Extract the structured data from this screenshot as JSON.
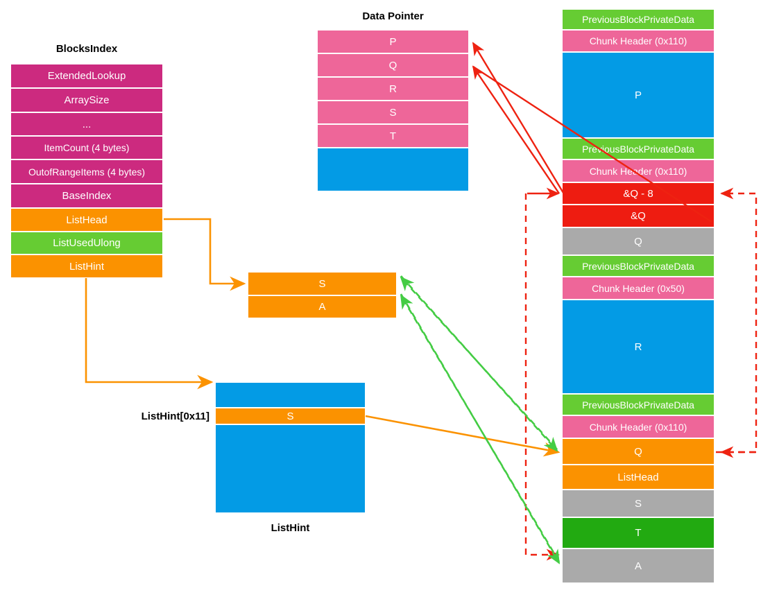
{
  "colors": {
    "magenta": "#CC2A7F",
    "orange": "#FB9200",
    "lime": "#66CC33",
    "pink": "#EE6699",
    "blue": "#039BE5",
    "red": "#EE1C11",
    "gray": "#AAAAAA",
    "green": "#22AA11",
    "white": "#FFFFFF",
    "arrow_orange": "#FB9200",
    "arrow_red": "#EE2211",
    "arrow_green": "#44CC44"
  },
  "blocks_index": {
    "title": "BlocksIndex",
    "rows": [
      {
        "label": "ExtendedLookup",
        "color": "magenta"
      },
      {
        "label": "ArraySize",
        "color": "magenta"
      },
      {
        "label": "...",
        "color": "magenta"
      },
      {
        "label": "ItemCount (4 bytes)",
        "color": "magenta"
      },
      {
        "label": "OutofRangeItems (4 bytes)",
        "color": "magenta"
      },
      {
        "label": "BaseIndex",
        "color": "magenta"
      },
      {
        "label": "ListHead",
        "color": "orange"
      },
      {
        "label": "ListUsedUlong",
        "color": "lime"
      },
      {
        "label": "ListHint",
        "color": "orange"
      }
    ]
  },
  "data_pointer": {
    "title": "Data Pointer",
    "rows": [
      {
        "label": "P",
        "color": "pink"
      },
      {
        "label": "Q",
        "color": "pink"
      },
      {
        "label": "R",
        "color": "pink"
      },
      {
        "label": "S",
        "color": "pink"
      },
      {
        "label": "T",
        "color": "pink"
      },
      {
        "label": "",
        "color": "blue"
      }
    ]
  },
  "entry_box": {
    "rows": [
      {
        "label": "S",
        "color": "orange"
      },
      {
        "label": "A",
        "color": "orange"
      }
    ]
  },
  "list_hint": {
    "title": "ListHint",
    "index_label": "ListHint[0x11]",
    "rows": [
      {
        "label": "",
        "color": "blue"
      },
      {
        "label": "S",
        "color": "orange"
      },
      {
        "label": "",
        "color": "blue"
      }
    ]
  },
  "heap": {
    "rows": [
      {
        "label": "PreviousBlockPrivateData",
        "color": "lime"
      },
      {
        "label": "Chunk Header (0x110)",
        "color": "pink"
      },
      {
        "label": "P",
        "color": "blue"
      },
      {
        "label": "PreviousBlockPrivateData",
        "color": "lime"
      },
      {
        "label": "Chunk Header (0x110)",
        "color": "pink"
      },
      {
        "label": "&Q - 8",
        "color": "red"
      },
      {
        "label": "&Q",
        "color": "red"
      },
      {
        "label": "Q",
        "color": "gray"
      },
      {
        "label": "PreviousBlockPrivateData",
        "color": "lime"
      },
      {
        "label": "Chunk Header (0x50)",
        "color": "pink"
      },
      {
        "label": "R",
        "color": "blue"
      },
      {
        "label": "PreviousBlockPrivateData",
        "color": "lime"
      },
      {
        "label": "Chunk Header (0x110)",
        "color": "pink"
      },
      {
        "label": "Q",
        "color": "orange"
      },
      {
        "label": "ListHead",
        "color": "orange"
      },
      {
        "label": "S",
        "color": "gray"
      },
      {
        "label": "T",
        "color": "green"
      },
      {
        "label": "A",
        "color": "gray"
      }
    ]
  }
}
